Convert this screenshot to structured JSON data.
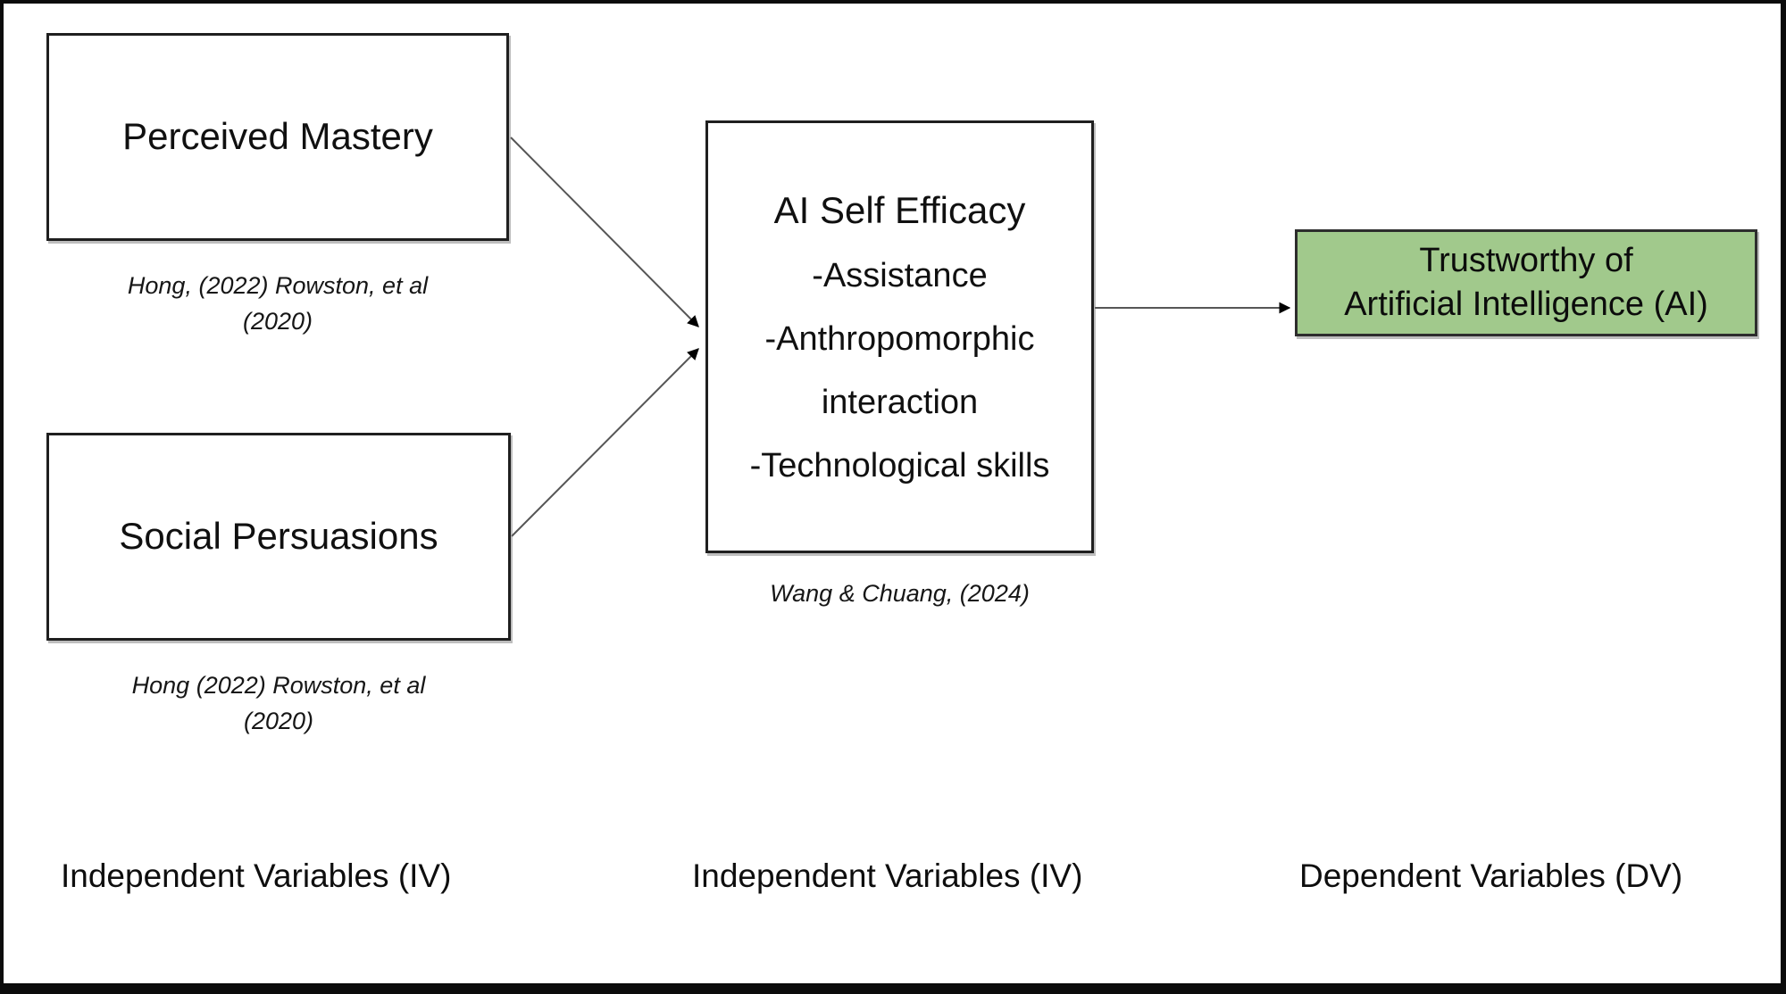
{
  "diagram": {
    "nodes": {
      "perceived_mastery": {
        "label": "Perceived Mastery",
        "caption_line1": "Hong, (2022) Rowston, et al",
        "caption_line2": "(2020)"
      },
      "social_persuasions": {
        "label": "Social Persuasions",
        "caption_line1": "Hong (2022) Rowston, et al",
        "caption_line2": "(2020)"
      },
      "ai_self_efficacy": {
        "title": "AI Self Efficacy",
        "items": [
          "-Assistance",
          "-Anthropomorphic",
          "interaction",
          "-Technological skills"
        ],
        "caption": "Wang & Chuang, (2024)"
      },
      "trustworthy_ai": {
        "label_line1": "Trustworthy of",
        "label_line2": "Artificial Intelligence (AI)"
      }
    },
    "column_labels": {
      "left": "Independent Variables (IV)",
      "middle": "Independent Variables (IV)",
      "right": "Dependent Variables (DV)"
    },
    "edges": [
      {
        "from": "perceived_mastery",
        "to": "ai_self_efficacy"
      },
      {
        "from": "social_persuasions",
        "to": "ai_self_efficacy"
      },
      {
        "from": "ai_self_efficacy",
        "to": "trustworthy_ai"
      }
    ],
    "colors": {
      "dv_node_fill": "#a1c98c",
      "node_border": "#1f1f1f",
      "arrow_line": "#565656",
      "arrowhead": "#000000",
      "frame_border": "#0b0b0b"
    }
  }
}
